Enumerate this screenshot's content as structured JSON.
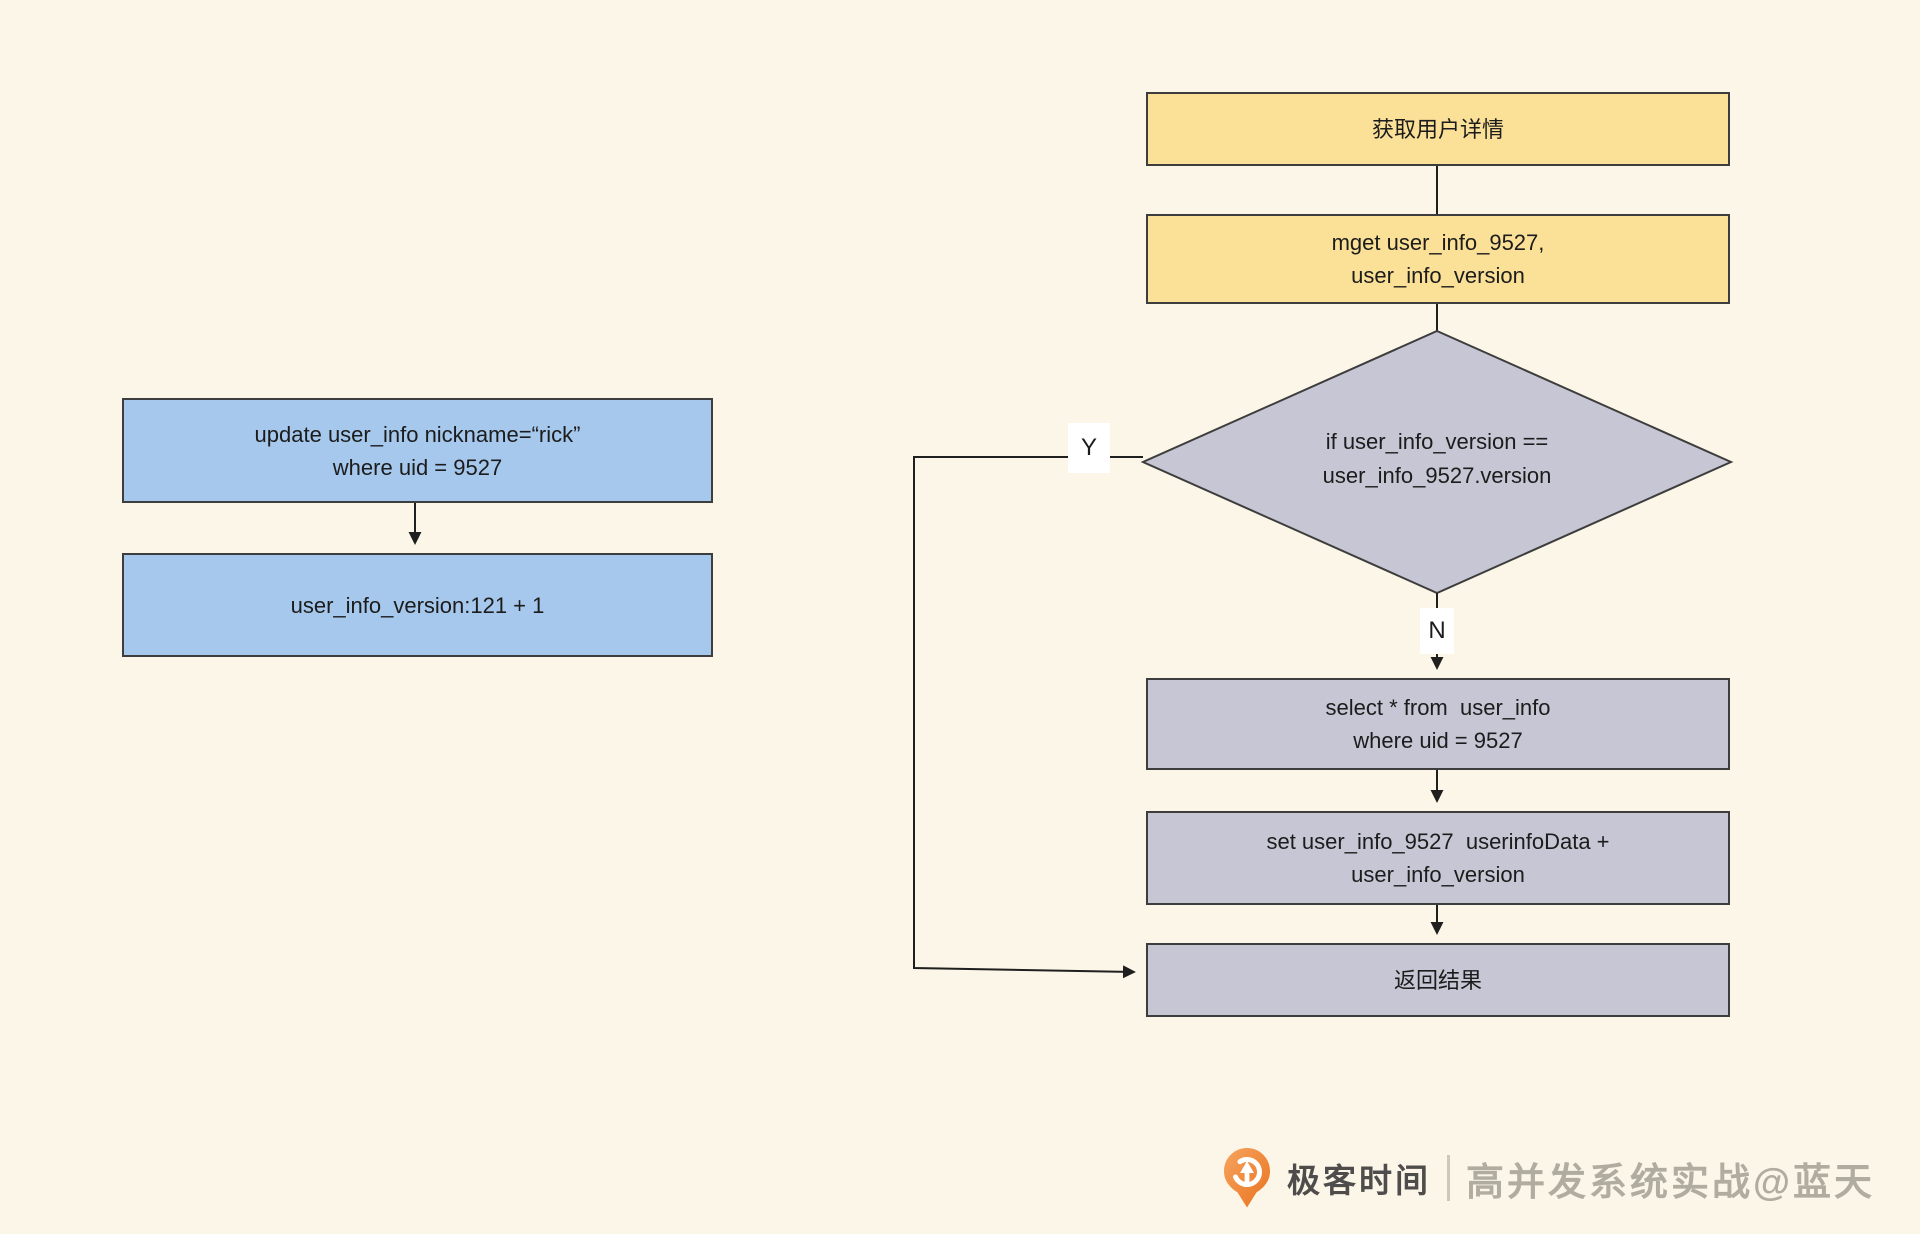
{
  "left_flow": {
    "update_box": {
      "lines": [
        "update user_info nickname=“rick”",
        "where uid = 9527"
      ]
    },
    "version_box": {
      "lines": [
        "user_info_version:121 + 1"
      ]
    }
  },
  "right_flow": {
    "title_box": {
      "lines": [
        "获取用户详情"
      ]
    },
    "mget_box": {
      "lines": [
        "mget user_info_9527,",
        "user_info_version"
      ]
    },
    "decision": {
      "lines": [
        "if user_info_version ==",
        "user_info_9527.version"
      ]
    },
    "yes_label": "Y",
    "no_label": "N",
    "select_box": {
      "lines": [
        "select * from  user_info",
        "where uid = 9527"
      ]
    },
    "set_box": {
      "lines": [
        "set user_info_9527  userinfoData +",
        "user_info_version"
      ]
    },
    "return_box": {
      "lines": [
        "返回结果"
      ]
    }
  },
  "footer": {
    "brand_name": "极客时间",
    "watermark": "高并发系统实战@蓝天"
  },
  "colors": {
    "background": "#FBF6E7",
    "yellow_fill": "#FBE197",
    "blue_fill": "#A5C8EC",
    "lavender_fill": "#C7C6D4",
    "border": "#3D3D3D",
    "line": "#1F1F1F",
    "brand_orange": "#ED7B2F",
    "watermark_gray": "#B0AC9F"
  }
}
